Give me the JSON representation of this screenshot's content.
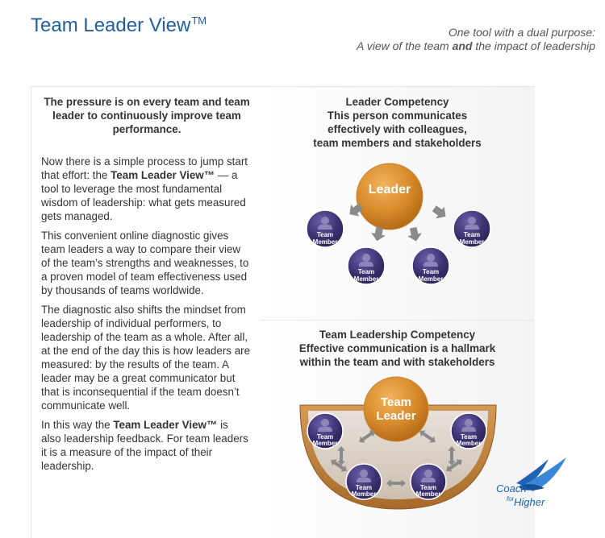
{
  "header": {
    "title": "Team Leader View",
    "title_tm": "TM",
    "tagline_line1": "One tool with a dual purpose:",
    "tagline_line2_a": "A view of the team ",
    "tagline_line2_b": "and",
    "tagline_line2_c": " the impact of leadership"
  },
  "left": {
    "headline": "The pressure is on every team and team leader to continuously improve team performance.",
    "p1_a": "Now there is a simple process to jump start that effort: the ",
    "p1_b": "Team Leader View™",
    "p1_c": " — a tool to leverage the most fundamental wisdom of leadership: what gets measured gets managed.",
    "p2": "This convenient online diagnostic gives team leaders a way to compare their view of the team’s strengths and weaknesses, to a proven model of team effectiveness used by thousands of teams worldwide.",
    "p3": "The diagnostic also shifts the mindset from leadership of individual performers, to leadership of the team as a whole. After all, at the end of the day this is how leaders are measured: by the results of the team. A leader may be a great communicator but that is inconsequential if the team doesn’t communicate well.",
    "p4_a": "In this way the ",
    "p4_b": "Team Leader View™",
    "p4_c": " is also leadership feedback. For team leaders it is a measure of the impact of their leadership."
  },
  "leader_competency": {
    "title_lines": [
      "Leader Competency",
      "This person communicates",
      "effectively with colleagues,",
      "team members and stakeholders"
    ],
    "center_label": "Leader",
    "member_line1": "Team",
    "member_line2": "Member"
  },
  "team_competency": {
    "title_lines": [
      "Team Leadership Competency",
      "Effective communication is a hallmark",
      "within the team and with stakeholders"
    ],
    "center_line1": "Team",
    "center_line2": "Leader",
    "member_line1": "Team",
    "member_line2": "Member"
  },
  "logo": {
    "line1": "Coach",
    "line2": "for",
    "line3": "Higher"
  },
  "colors": {
    "title_blue": "#1f5f9f",
    "leader_orange": "#d88a2b",
    "member_purple": "#3e3475",
    "arrow_gray": "#8a8a8a",
    "bowl_brown": "#b57a35",
    "logo_blue": "#1f63b5"
  }
}
